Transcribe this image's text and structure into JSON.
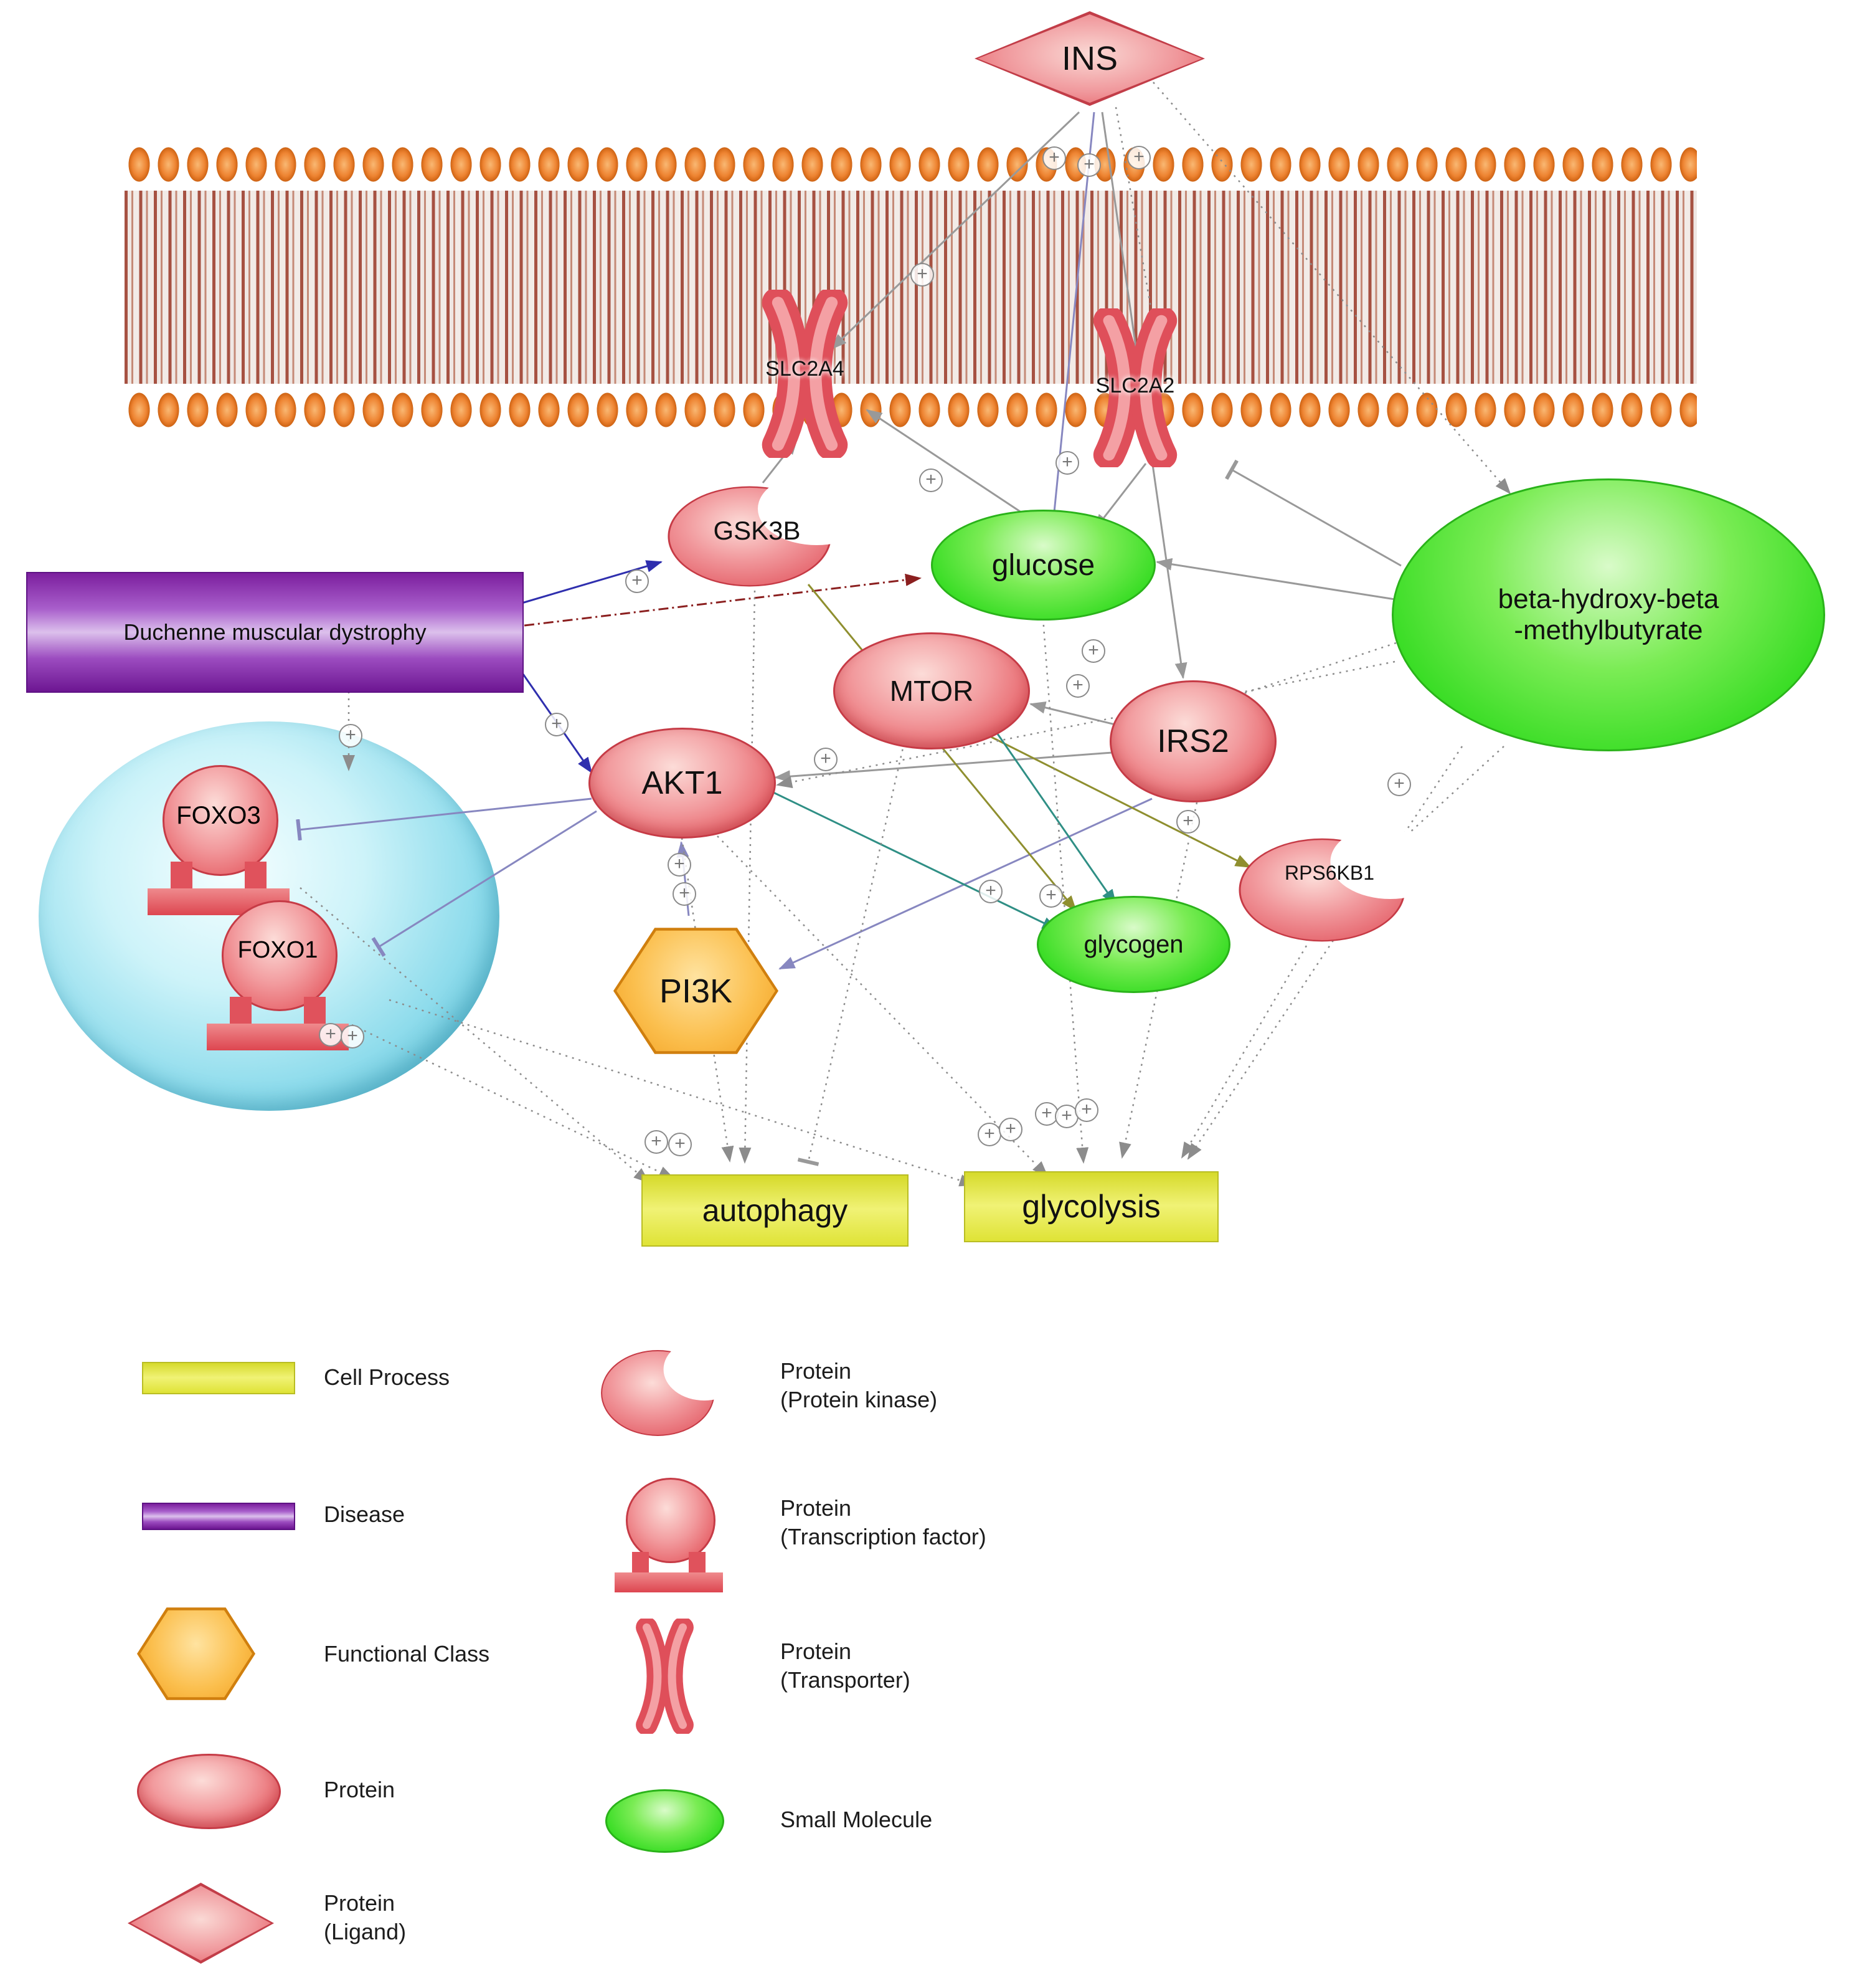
{
  "nodes": {
    "ins": "INS",
    "slc2a4": "SLC2A4",
    "slc2a2": "SLC2A2",
    "gsk3b": "GSK3B",
    "glucose": "glucose",
    "bhmb_line1": "beta-hydroxy-beta",
    "bhmb_line2": "-methylbutyrate",
    "dmd": "Duchenne muscular dystrophy",
    "mtor": "MTOR",
    "irs2": "IRS2",
    "akt1": "AKT1",
    "foxo3": "FOXO3",
    "foxo1": "FOXO1",
    "pi3k": "PI3K",
    "glycogen": "glycogen",
    "rps6kb1": "RPS6KB1",
    "autophagy": "autophagy",
    "glycolysis": "glycolysis"
  },
  "legend": {
    "cell_process": "Cell Process",
    "disease": "Disease",
    "functional_class": "Functional Class",
    "protein": "Protein",
    "protein_ligand_1": "Protein",
    "protein_ligand_2": "(Ligand)",
    "protein_kinase_1": "Protein",
    "protein_kinase_2": "(Protein kinase)",
    "protein_tf_1": "Protein",
    "protein_tf_2": "(Transcription factor)",
    "protein_transporter_1": "Protein",
    "protein_transporter_2": "(Transporter)",
    "small_molecule": "Small Molecule"
  },
  "symbols": {
    "plus": "+"
  },
  "colors": {
    "protein": "#e4555c",
    "small_molecule": "#35dc22",
    "cell_process": "#e4e83a",
    "disease": "#8a2fb0",
    "functional_class": "#f5a62a",
    "nucleus": "#8fdcec",
    "membrane_heads": "#ee8432",
    "edge_gray": "#999999",
    "edge_blue": "#2f2fae",
    "edge_purple": "#8787c0",
    "edge_darkred": "#8b1f1f",
    "edge_olive": "#8f8f2f",
    "edge_teal": "#2f8f85"
  }
}
